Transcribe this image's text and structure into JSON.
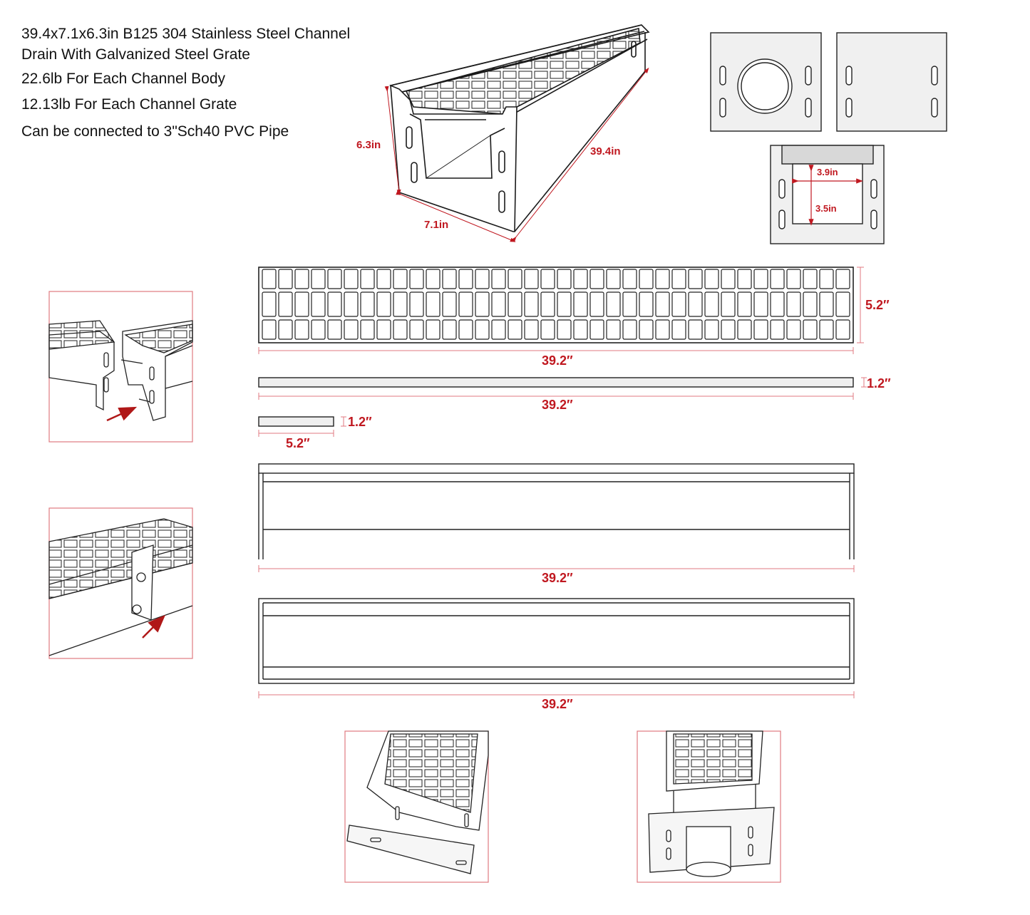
{
  "specs": {
    "title_line1": "39.4x7.1x6.3in B125 304 Stainless Steel Channel",
    "title_line2": "Drain With Galvanized Steel Grate",
    "body_weight": "22.6lb For Each Channel Body",
    "grate_weight": "12.13lb For Each Channel Grate",
    "pipe_note": "Can be connected to 3\"Sch40 PVC Pipe"
  },
  "iso_dims": {
    "height": "6.3in",
    "length": "39.4in",
    "width": "7.1in"
  },
  "endcap_dims": {
    "opening_height": "3.9in",
    "opening_width": "3.5in"
  },
  "grate_dims": {
    "width": "5.2″",
    "length": "39.2″"
  },
  "grate_side_dims": {
    "thickness": "1.2″",
    "length": "39.2″"
  },
  "grate_end_dims": {
    "thickness": "1.2″",
    "width": "5.2″"
  },
  "body_side_dims": {
    "length": "39.2″"
  },
  "body_top_dims": {
    "length": "39.2″"
  },
  "colors": {
    "dimension": "#c01820",
    "frame": "#e07a80",
    "line": "#1a1a1a",
    "panel_fill": "#f0f0f0"
  }
}
